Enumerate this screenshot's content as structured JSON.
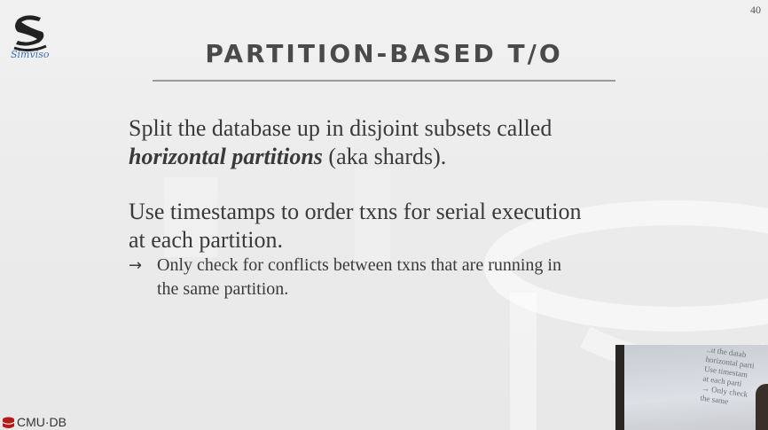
{
  "slide": {
    "number": "40",
    "title": "PARTITION-BASED T/O",
    "paragraph1": {
      "line1": "Split the database up in disjoint subsets called",
      "emphasis": "horizontal partitions",
      "line2_rest": " (aka shards)."
    },
    "paragraph2": {
      "line1": "Use timestamps to order txns for serial execution",
      "line2": "at each partition."
    },
    "bullet": {
      "arrow": "→",
      "line1": "Only check for conflicts between txns that are running in",
      "line2": "the same partition."
    }
  },
  "branding": {
    "simviso_text": "Simviso",
    "cmu_db_text": "CMU·DB"
  },
  "video_overlay": {
    "lines": [
      "..ıt the datab",
      "horizontal parti",
      "",
      "Use timestam",
      "at each parti",
      "→ Only check",
      "the same"
    ]
  },
  "colors": {
    "background": "#ececec",
    "title": "#4a4a4a",
    "body_text": "#3a3a3a",
    "simviso_blue": "#3d6fb5",
    "cmu_red": "#b31b1b"
  }
}
